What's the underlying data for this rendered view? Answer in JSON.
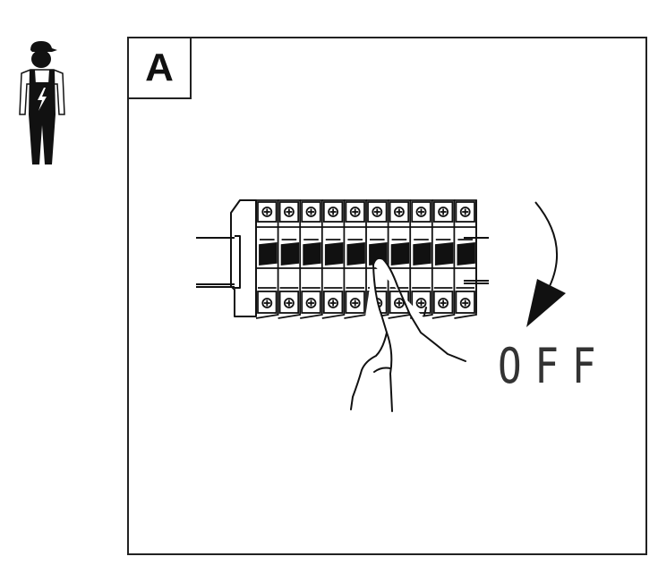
{
  "step": {
    "letter": "A"
  },
  "action": {
    "state_label": "OFF"
  },
  "breaker_count": 10,
  "colors": {
    "ink": "#111111",
    "panel_border": "#222222",
    "background": "#ffffff"
  },
  "icons": {
    "worker": "electrician-icon",
    "arrow": "curved-arrow-down-icon",
    "hand": "pointing-hand-icon"
  }
}
